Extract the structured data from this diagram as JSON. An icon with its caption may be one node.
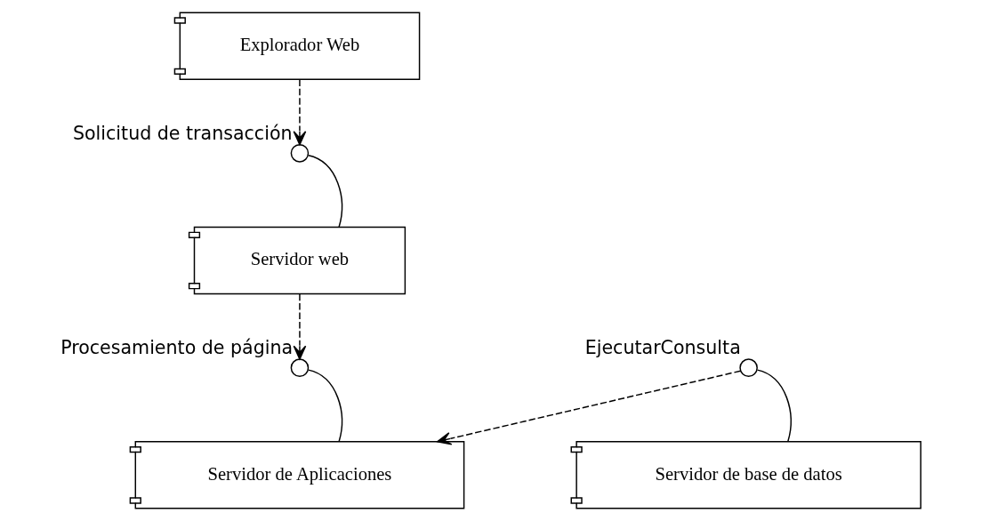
{
  "diagram": {
    "nodes": [
      {
        "text": [
          "Explorador Web"
        ]
      },
      {
        "text": [],
        "shape": "circle",
        "beside": [
          "Procesamiento de página"
        ]
      },
      {
        "text": [
          "Servidor de Aplicaciones"
        ]
      },
      {
        "text": [],
        "shape": "circle",
        "beside": [
          "EjecutarConsulta"
        ]
      },
      {
        "text": [
          "Servidor de base de datos"
        ]
      },
      {
        "text": [],
        "shape": "circle",
        "beside": [
          "Solicitud de transacción"
        ]
      },
      {
        "text": [
          "Servidor web"
        ]
      }
    ],
    "edges": [
      {
        "from": 0,
        "to": 5,
        "arrow": "to",
        "style": "dashed"
      },
      {
        "from": 6,
        "to": 1,
        "arrow": "to",
        "style": "dashed"
      },
      {
        "from": 2,
        "to": 1,
        "arrow": "none"
      },
      {
        "from": 3,
        "to": 2,
        "arrow": "to",
        "style": "dashed"
      },
      {
        "from": 4,
        "to": 3,
        "arrow": "none"
      },
      {
        "from": 6,
        "to": 5,
        "arrow": "none"
      }
    ]
  }
}
